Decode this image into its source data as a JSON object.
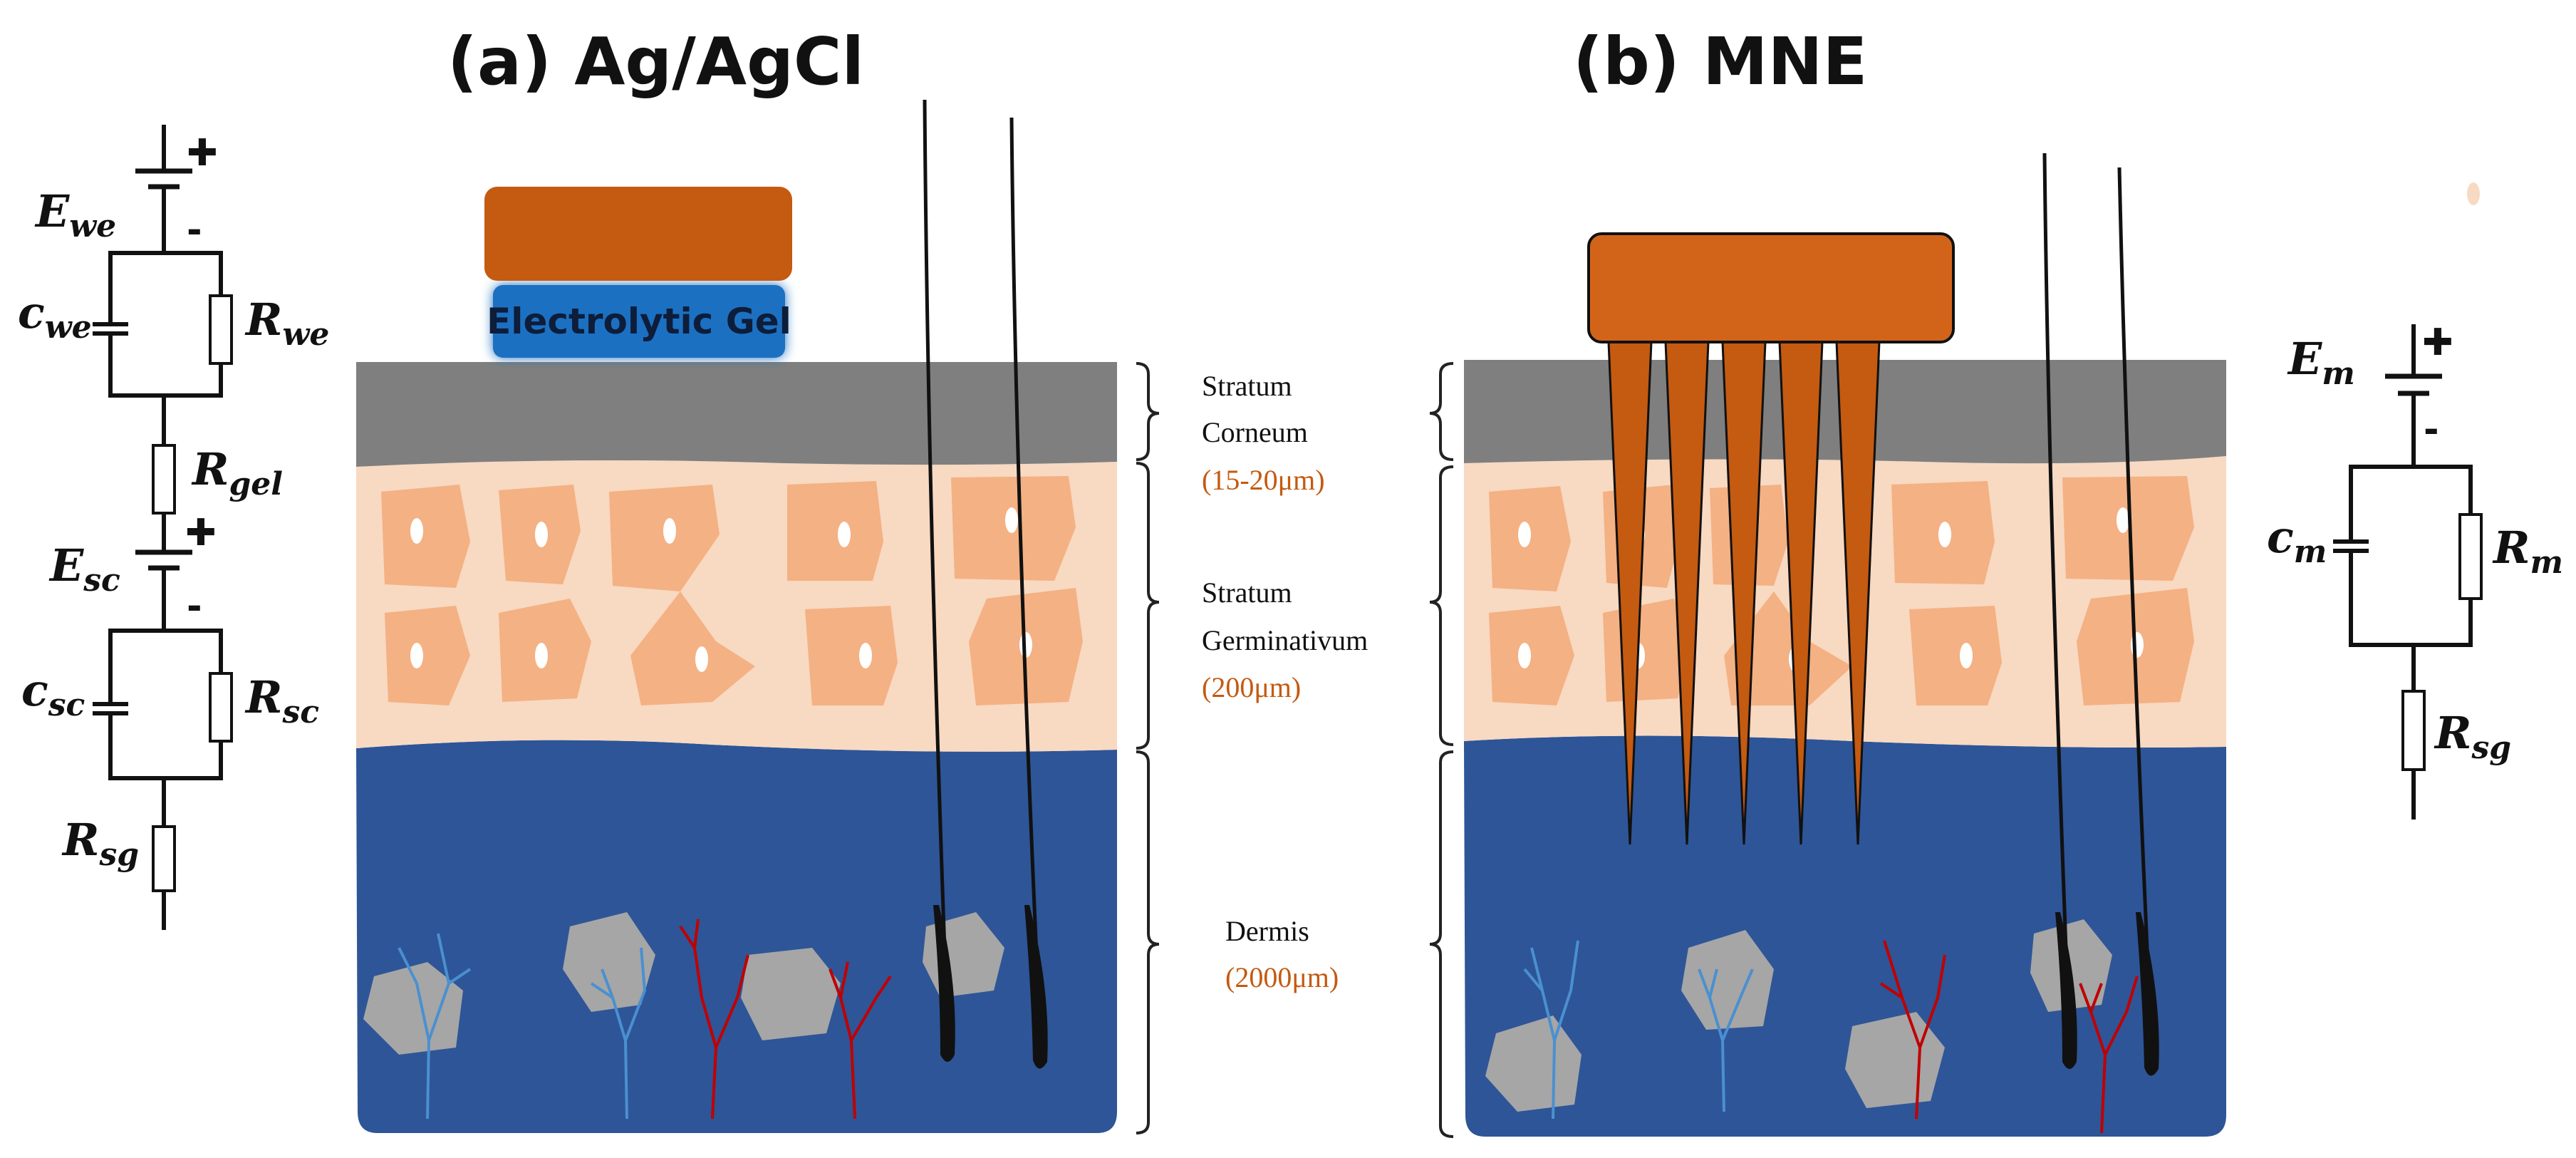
{
  "panels": {
    "a": {
      "title": "(a) Ag/AgCl",
      "gel_label": "Electrolytic Gel"
    },
    "b": {
      "title": "(b) MNE"
    }
  },
  "layers": [
    {
      "name_line1": "Stratum",
      "name_line2": "Corneum",
      "thickness": "(15-20μm)"
    },
    {
      "name_line1": "Stratum",
      "name_line2": "Germinativum",
      "thickness": "(200μm)"
    },
    {
      "name_line1": "Dermis",
      "name_line2": "",
      "thickness": "(2000μm)"
    }
  ],
  "circuit_a": {
    "we": {
      "E": "E",
      "E_sub": "we",
      "c": "c",
      "c_sub": "we",
      "R": "R",
      "R_sub": "we"
    },
    "gel": {
      "R": "R",
      "R_sub": "gel"
    },
    "sc": {
      "E": "E",
      "E_sub": "sc",
      "c": "c",
      "c_sub": "sc",
      "R": "R",
      "R_sub": "sc"
    },
    "sg": {
      "R": "R",
      "R_sub": "sg"
    },
    "plus": "✚",
    "minus": "-"
  },
  "circuit_b": {
    "m": {
      "E": "E",
      "E_sub": "m",
      "c": "c",
      "c_sub": "m",
      "R": "R",
      "R_sub": "m"
    },
    "sg": {
      "R": "R",
      "R_sub": "sg"
    },
    "plus": "✚",
    "minus": "-"
  },
  "colors": {
    "electrode": "#c55a11",
    "gel": "#1f6fc1",
    "stratum_corneum": "#7f7f7f",
    "stratum_germinativum": "#f8d9c2",
    "cells": "#f4b183",
    "dermis": "#2e5597",
    "vessels_blue": "#4a90d0",
    "vessels_red": "#c00000",
    "adipocytes": "#a6a6a6",
    "hair": "#111111",
    "thickness_text": "#c45a10"
  }
}
